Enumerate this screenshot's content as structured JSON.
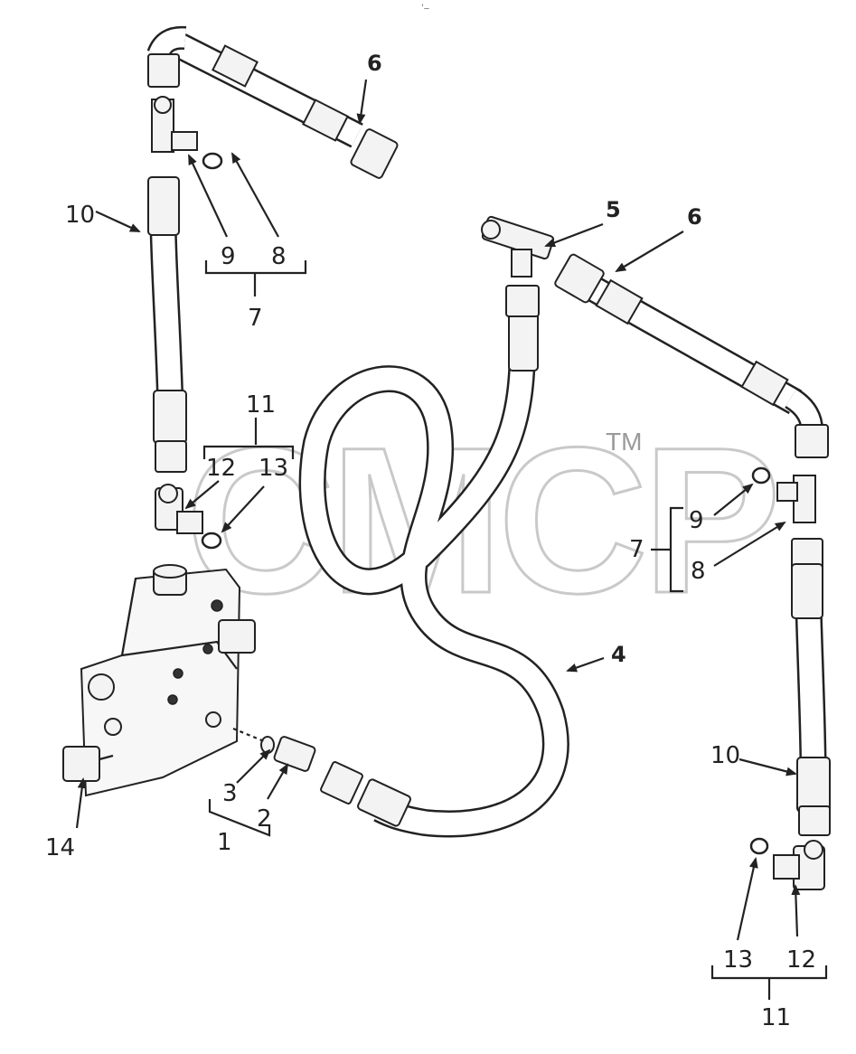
{
  "header_mark": "ˈ‒",
  "watermark": {
    "text": "CMCP",
    "tm": "TM"
  },
  "callouts": [
    {
      "id": "c6a",
      "text": "6",
      "bold": true
    },
    {
      "id": "c6b",
      "text": "6",
      "bold": true
    },
    {
      "id": "c5",
      "text": "5",
      "bold": true
    },
    {
      "id": "c4",
      "text": "4",
      "bold": true
    },
    {
      "id": "c10a",
      "text": "10",
      "bold": false
    },
    {
      "id": "c10b",
      "text": "10",
      "bold": false
    },
    {
      "id": "c9a",
      "text": "9",
      "bold": false
    },
    {
      "id": "c8a",
      "text": "8",
      "bold": false
    },
    {
      "id": "c7a",
      "text": "7",
      "bold": false
    },
    {
      "id": "c11a",
      "text": "11",
      "bold": false
    },
    {
      "id": "c12a",
      "text": "12",
      "bold": false
    },
    {
      "id": "c13a",
      "text": "13",
      "bold": false
    },
    {
      "id": "c9b",
      "text": "9",
      "bold": false
    },
    {
      "id": "c8b",
      "text": "8",
      "bold": false
    },
    {
      "id": "c7b",
      "text": "7",
      "bold": false
    },
    {
      "id": "c3",
      "text": "3",
      "bold": false
    },
    {
      "id": "c2",
      "text": "2",
      "bold": false
    },
    {
      "id": "c1",
      "text": "1",
      "bold": false
    },
    {
      "id": "c14",
      "text": "14",
      "bold": false
    },
    {
      "id": "c13b",
      "text": "13",
      "bold": false
    },
    {
      "id": "c12b",
      "text": "12",
      "bold": false
    },
    {
      "id": "c11b",
      "text": "11",
      "bold": false
    }
  ]
}
